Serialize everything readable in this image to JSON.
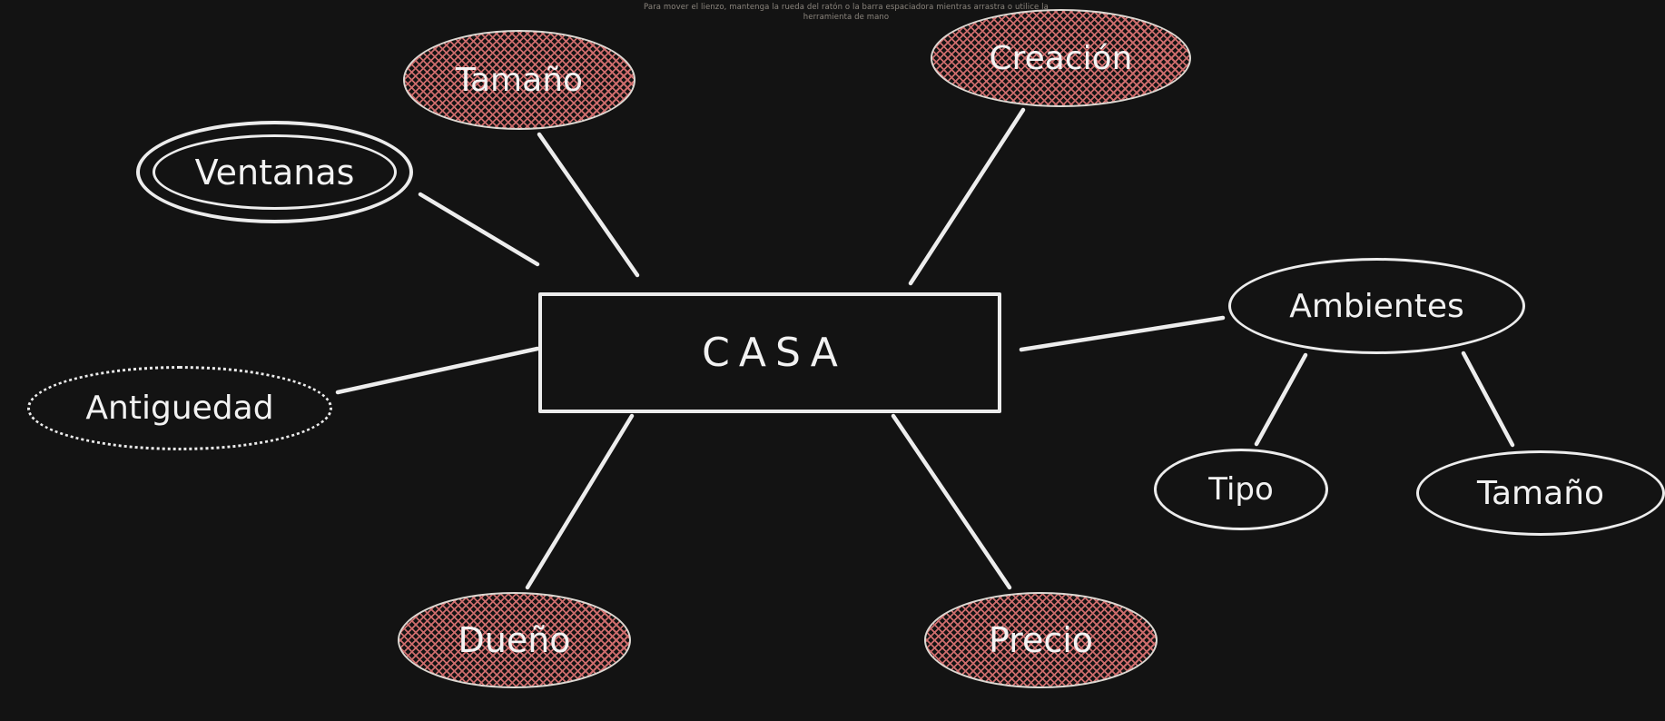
{
  "hint": {
    "line1": "Para mover el lienzo, mantenga la rueda del ratón o la barra espaciadora mientras arrastra o utilice la",
    "line2": "herramienta de mano"
  },
  "colors": {
    "background": "#131313",
    "stroke": "#ececec",
    "hatch_red": "#cd6c6c",
    "text": "#f2f2f2",
    "hint_text": "#8b857d"
  },
  "nodes": {
    "casa": {
      "label": "CASA",
      "shape": "rectangle",
      "fill": "none"
    },
    "tamano_top": {
      "label": "Tamaño",
      "shape": "ellipse",
      "fill": "cross-hatch-red"
    },
    "creacion": {
      "label": "Creación",
      "shape": "ellipse",
      "fill": "cross-hatch-red"
    },
    "ventanas": {
      "label": "Ventanas",
      "shape": "double-ellipse",
      "fill": "none"
    },
    "antiguedad": {
      "label": "Antiguedad",
      "shape": "dotted-ellipse",
      "fill": "none"
    },
    "ambientes": {
      "label": "Ambientes",
      "shape": "ellipse",
      "fill": "none"
    },
    "tipo": {
      "label": "Tipo",
      "shape": "ellipse",
      "fill": "none"
    },
    "tamano_right": {
      "label": "Tamaño",
      "shape": "ellipse",
      "fill": "none"
    },
    "dueno": {
      "label": "Dueño",
      "shape": "ellipse",
      "fill": "cross-hatch-red"
    },
    "precio": {
      "label": "Precio",
      "shape": "ellipse",
      "fill": "cross-hatch-red"
    }
  },
  "edges": [
    {
      "from": "tamano_top",
      "to": "casa"
    },
    {
      "from": "ventanas",
      "to": "casa"
    },
    {
      "from": "antiguedad",
      "to": "casa"
    },
    {
      "from": "creacion",
      "to": "casa"
    },
    {
      "from": "casa",
      "to": "ambientes"
    },
    {
      "from": "casa",
      "to": "dueno"
    },
    {
      "from": "casa",
      "to": "precio"
    },
    {
      "from": "ambientes",
      "to": "tipo"
    },
    {
      "from": "ambientes",
      "to": "tamano_right"
    }
  ]
}
